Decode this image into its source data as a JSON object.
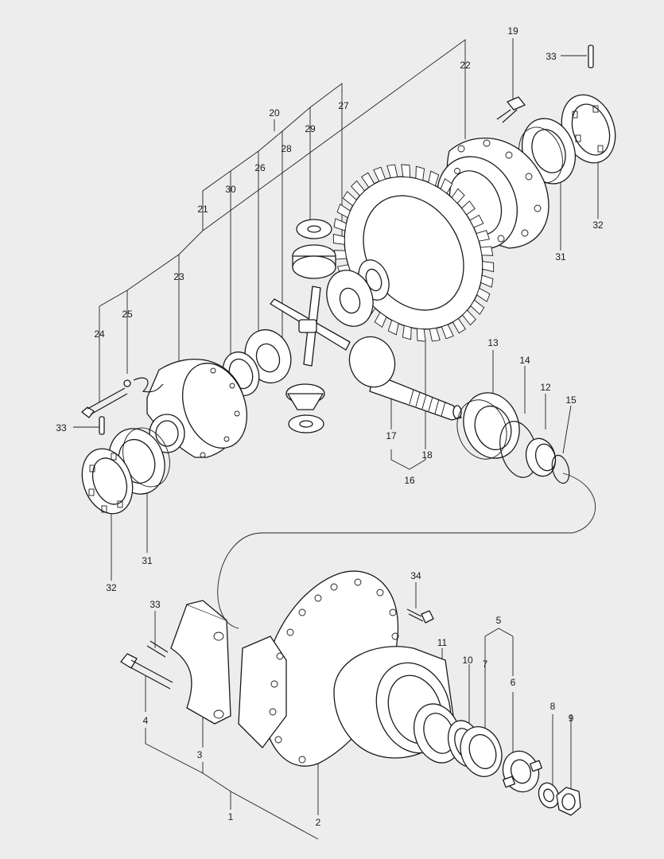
{
  "callouts": {
    "c1": "1",
    "c2": "2",
    "c3": "3",
    "c4": "4",
    "c5": "5",
    "c6": "6",
    "c7": "7",
    "c8": "8",
    "c9": "9",
    "c10": "10",
    "c11": "11",
    "c12": "12",
    "c13": "13",
    "c14": "14",
    "c15": "15",
    "c16": "16",
    "c17": "17",
    "c18": "18",
    "c19": "19",
    "c20": "20",
    "c21": "21",
    "c22": "22",
    "c23": "23",
    "c24": "24",
    "c25": "25",
    "c26": "26",
    "c27": "27",
    "c28": "28",
    "c29": "29",
    "c30": "30",
    "c31a": "31",
    "c31b": "31",
    "c32a": "32",
    "c32b": "32",
    "c33a": "33",
    "c33b": "33",
    "c33c": "33",
    "c34": "34"
  },
  "colors": {
    "background": "#ededed",
    "ink": "#1a1a1a",
    "part": "#ffffff"
  }
}
